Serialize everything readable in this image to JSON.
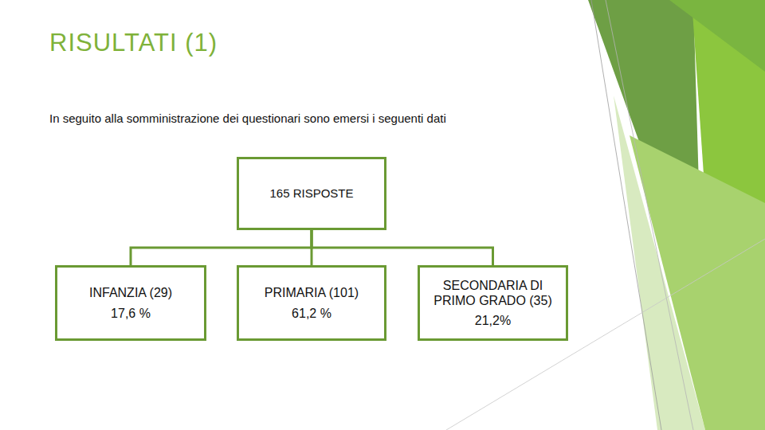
{
  "diagram": {
    "title": "RISULTATI (1)",
    "nodes": [
      {
        "text": [
          "165 RISPOSTE"
        ]
      },
      {
        "text": [
          "INFANZIA (29)",
          "17,6 %"
        ]
      },
      {
        "text": [
          "PRIMARIA (101)",
          "61,2 %"
        ]
      },
      {
        "text": [
          "SECONDARIA DI PRIMO GRADO (35)",
          "21,2%"
        ]
      }
    ],
    "edges": [
      {
        "from": 0,
        "to": 1,
        "arrow": "none"
      },
      {
        "from": 0,
        "to": 2,
        "arrow": "none"
      },
      {
        "from": 0,
        "to": 3,
        "arrow": "none"
      }
    ],
    "labels": [
      "In seguito alla somministrazione dei questionari sono emersi i seguenti dati"
    ]
  }
}
